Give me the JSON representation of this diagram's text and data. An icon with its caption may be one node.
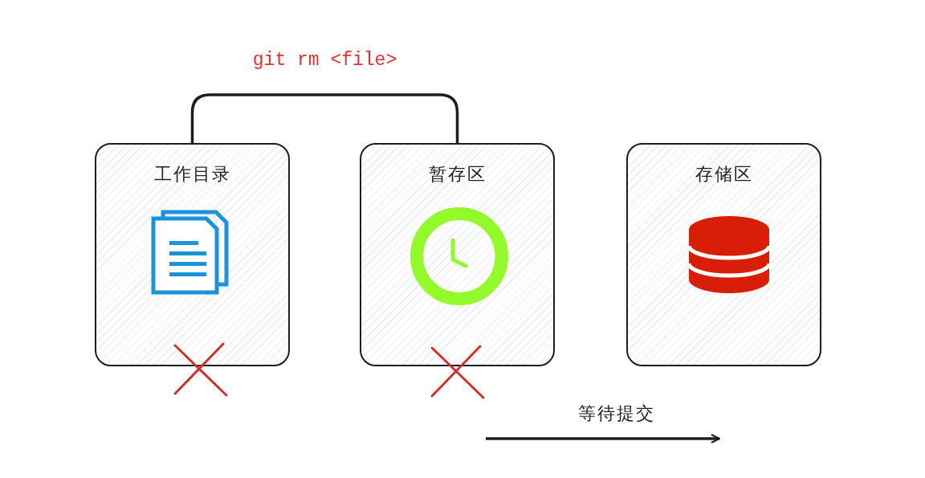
{
  "diagram": {
    "nodes": [
      {
        "text": [
          "工作目录"
        ]
      },
      {
        "text": [
          "暂存区"
        ]
      },
      {
        "text": [
          "存储区"
        ]
      }
    ],
    "edges": [
      {
        "from": 0,
        "to": 1,
        "arrow": "none",
        "label": "git rm <file>"
      }
    ],
    "labels": [
      "等待提交"
    ]
  }
}
